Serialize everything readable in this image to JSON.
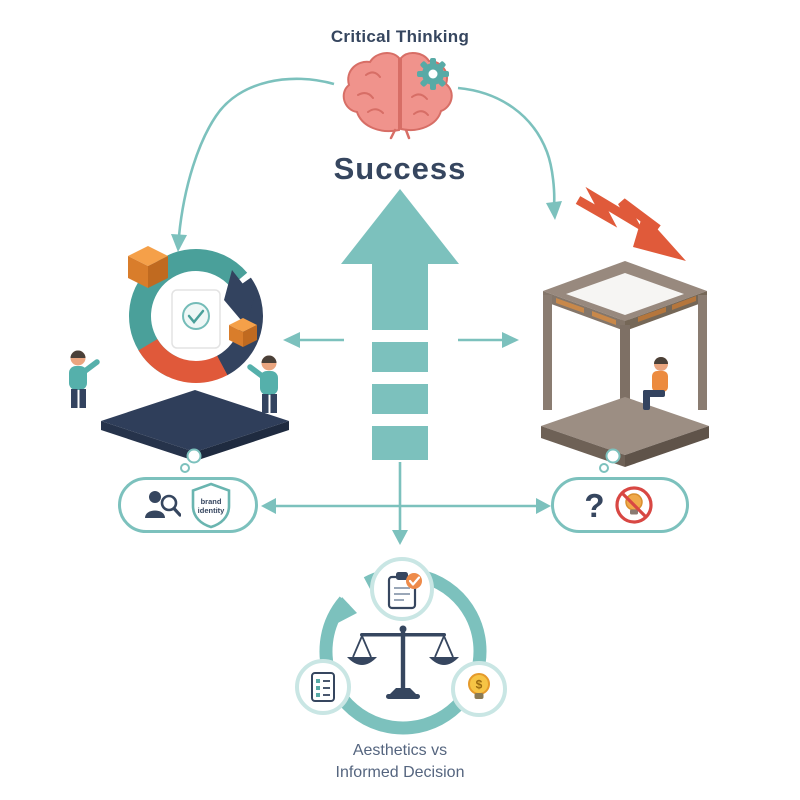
{
  "title": "Critical Thinking",
  "success_label": "Success",
  "left_pill": {
    "shield_line1": "brand",
    "shield_line2": "identity"
  },
  "right_pill": {
    "question_mark": "?"
  },
  "cycle": {
    "dollar_sign": "$"
  },
  "footer": {
    "line1": "Aesthetics vs",
    "line2": "Informed Decision"
  },
  "colors": {
    "teal": "#7cc1bd",
    "dark_teal": "#4aa09a",
    "navy": "#36465f",
    "orange": "#ec8b3f",
    "red_orange": "#e05a3a",
    "brain_pink": "#f0938c",
    "frame_brown": "#98897e",
    "prohibition_red": "#d84743"
  },
  "icons": {
    "brain-icon": "pink brain with teal gear",
    "gear-icon": "teal cog",
    "success-arrow": "segmented teal arrow pointing up",
    "red-decline-arrow": "red zigzag arrow pointing down-right",
    "user-search-icon": "person silhouette with magnifier",
    "brand-shield-icon": "teal outline shield",
    "no-lightbulb-icon": "lightbulb in red prohibition circle",
    "clipboard-icon": "clipboard with orange check badge",
    "checklist-icon": "document with checklist rows",
    "lightbulb-dollar-icon": "yellow bulb with dollar sign",
    "balance-scale-icon": "navy balance scale",
    "cycle-ring": "teal circular arrow"
  }
}
